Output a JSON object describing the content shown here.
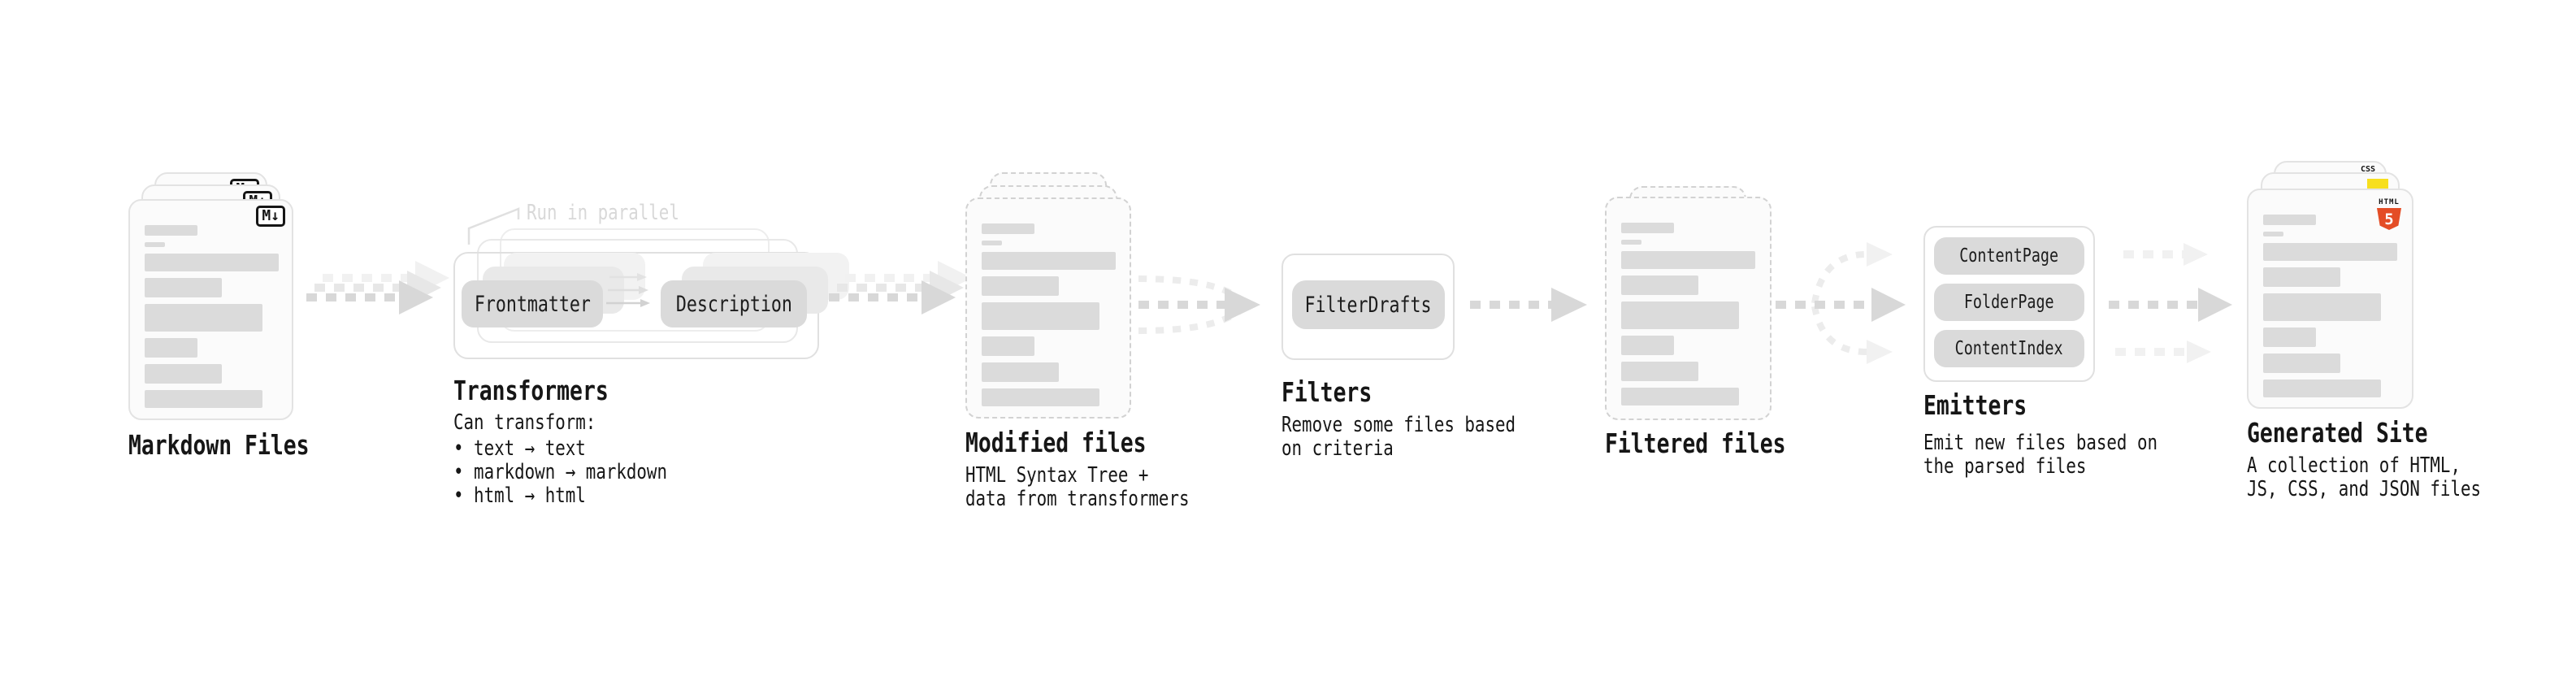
{
  "colors": {
    "page_bg": "#ffffff",
    "text": "#161616",
    "annotation": "#d8d8d8",
    "card_fill": "#fbfbfb",
    "card_border": "#e3e3e3",
    "dashed_border": "#d2d2d2",
    "bar": "#dbdbdb",
    "pill_bg": "#dadada",
    "pill_text": "#1c1c1c",
    "pill_ghost1": "#e9e9e9",
    "pill_ghost2": "#f2f2f2",
    "box_front_border": "#e0e0e0",
    "box_mid_border": "#e8e8e8",
    "box_back_border": "#ededed",
    "arrow_dark": "#d8d8d8",
    "arrow_mid": "#e7e7e7",
    "arrow_light": "#f1f1f1",
    "curve_light": "#ececec",
    "js_yellow": "#f7df1e",
    "html_orange": "#e44d26",
    "css_blue": "#2965f1"
  },
  "diagram": {
    "markdown_files": {
      "label": "Markdown Files",
      "badge": "M↓"
    },
    "transformers": {
      "label": "Transformers",
      "annotation": "Run in parallel",
      "input_pill": "Frontmatter",
      "output_pill": "Description",
      "note_title": "Can transform:",
      "bullets": [
        "• text → text",
        "• markdown → markdown",
        "• html → html"
      ]
    },
    "modified_files": {
      "label": "Modified files",
      "note": [
        "HTML Syntax Tree +",
        "data from transformers"
      ]
    },
    "filters": {
      "label": "Filters",
      "pill": "FilterDrafts",
      "note": [
        "Remove some files based",
        "on criteria"
      ]
    },
    "filtered_files": {
      "label": "Filtered files"
    },
    "emitters": {
      "label": "Emitters",
      "pills": [
        "ContentPage",
        "FolderPage",
        "ContentIndex"
      ],
      "note": [
        "Emit new files based on",
        "the parsed files"
      ]
    },
    "generated_site": {
      "label": "Generated Site",
      "badge_css": "CSS",
      "badge_html_word": "HTML",
      "badge_html_number": "5",
      "note": [
        "A collection of HTML,",
        "JS, CSS, and JSON files"
      ]
    }
  }
}
